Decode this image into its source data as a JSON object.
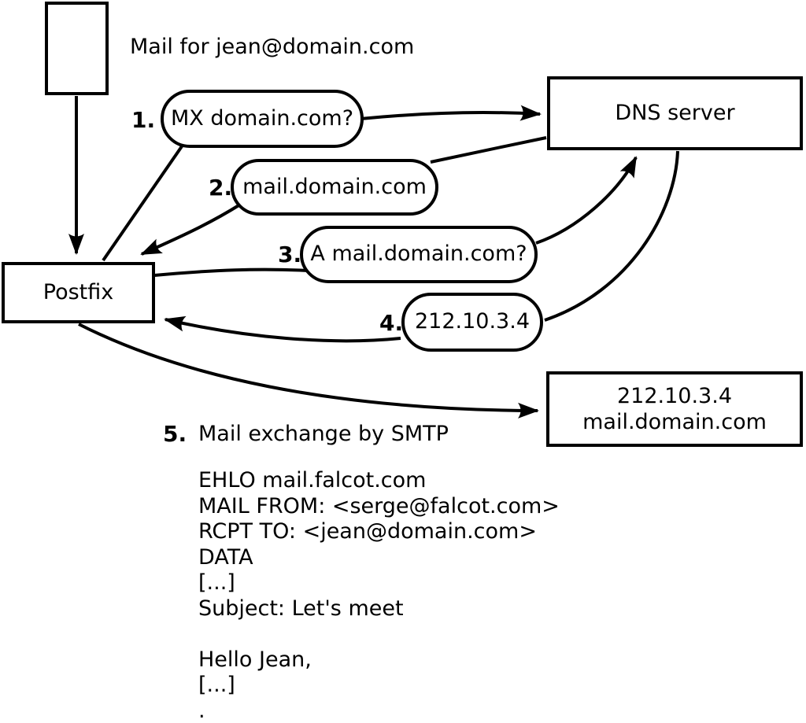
{
  "title_note": "Mail for jean@domain.com",
  "nodes": {
    "postfix": "Postfix",
    "dns_server": "DNS server",
    "mail_server": {
      "line1": "212.10.3.4",
      "line2": "mail.domain.com"
    }
  },
  "steps": [
    {
      "num": "1.",
      "label": "MX domain.com?"
    },
    {
      "num": "2.",
      "label": "mail.domain.com"
    },
    {
      "num": "3.",
      "label": "A mail.domain.com?"
    },
    {
      "num": "4.",
      "label": "212.10.3.4"
    },
    {
      "num": "5.",
      "label": "Mail exchange by SMTP"
    }
  ],
  "smtp_session": "EHLO mail.falcot.com\nMAIL FROM: <serge@falcot.com>\nRCPT TO: <jean@domain.com>\nDATA\n[...]\nSubject: Let's meet\n\nHello Jean,\n[...]\n.",
  "colors": {
    "line": "#000000",
    "background": "#ffffff",
    "text": "#000000"
  }
}
